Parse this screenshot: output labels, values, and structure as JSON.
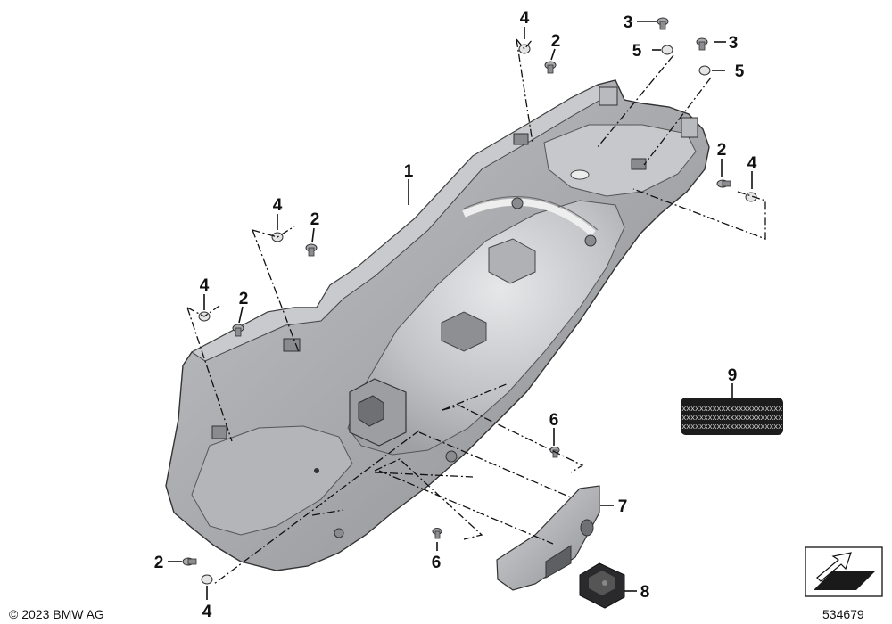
{
  "callouts": {
    "c1": "1",
    "c2a": "2",
    "c2b": "2",
    "c2c": "2",
    "c2d": "2",
    "c2e": "2",
    "c3a": "3",
    "c3b": "3",
    "c4a": "4",
    "c4b": "4",
    "c4c": "4",
    "c4d": "4",
    "c4e": "4",
    "c5a": "5",
    "c5b": "5",
    "c6a": "6",
    "c6b": "6",
    "c7": "7",
    "c8": "8",
    "c9": "9"
  },
  "label_plate": {
    "line1": "xxxxxxxxxxxxxxxxxxxxxxx",
    "line2": "xxxxxxxxxxxxxxxxxxxxxxx",
    "line3": "xxxxxxxxxxxxxxxxxxxxxxx"
  },
  "footer": {
    "copyright": "© 2023 BMW AG",
    "diagram_number": "534679"
  },
  "colors": {
    "part_fill": "#a7a8ab",
    "part_dark": "#7c7e82",
    "part_light": "#cfd0d3",
    "label_plate": "#1c1c1c"
  }
}
